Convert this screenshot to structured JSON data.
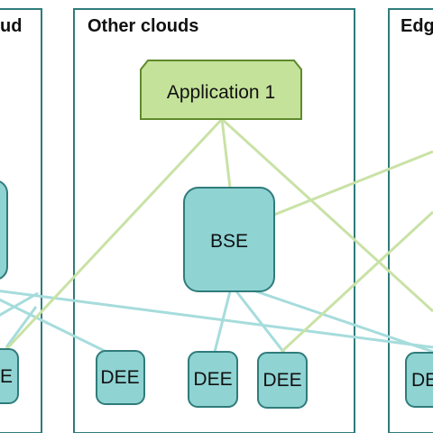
{
  "groups": {
    "left": {
      "title": "ud"
    },
    "middle": {
      "title": "Other clouds"
    },
    "right": {
      "title": "Edg"
    }
  },
  "nodes": {
    "application": "Application 1",
    "bse": "BSE",
    "dee_left_edge": "E",
    "dee_1": "DEE",
    "dee_2": "DEE",
    "dee_3": "DEE",
    "dee_right_edge": "DE"
  },
  "colors": {
    "frame": "#2f7c7b",
    "node_fill": "#8fd3d3",
    "node_stroke": "#2f7c7b",
    "app_fill": "#c5e29a",
    "app_stroke": "#5f8a2c",
    "line_green": "#c9e2a6",
    "line_teal": "#a6dcdc",
    "text": "#111111"
  }
}
